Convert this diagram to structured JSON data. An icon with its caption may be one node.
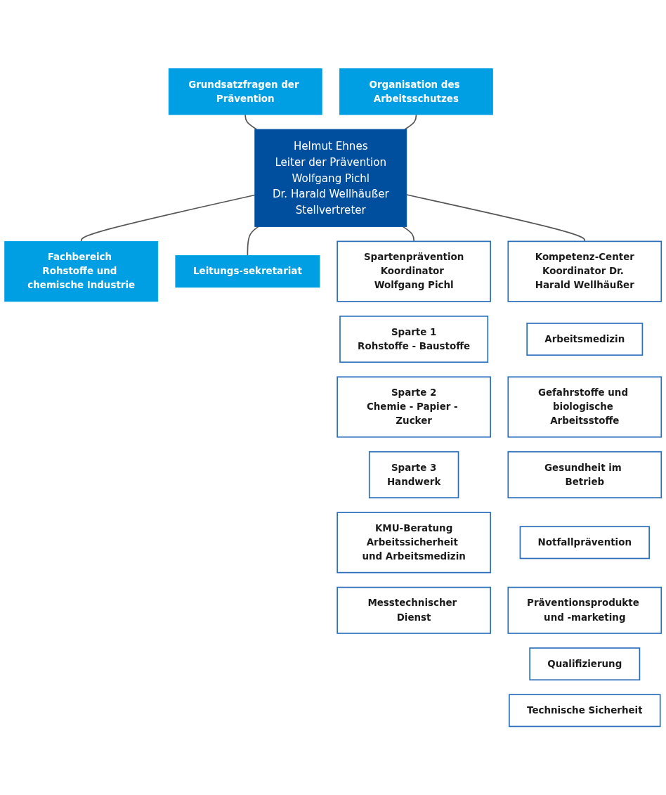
{
  "diagram": {
    "nodes": [
      {
        "text": [
          "Grundsatzfragen der Prävention"
        ]
      },
      {
        "text": [
          "Organisation des Arbeitsschutzes"
        ]
      },
      {
        "text": [
          "Helmut Ehnes",
          "Leiter der Prävention",
          "Wolfgang Pichl",
          "Dr. Harald Wellhäußer",
          "Stellvertreter"
        ]
      },
      {
        "text": [
          "Fachbereich Rohstoffe und chemische Industrie"
        ]
      },
      {
        "text": [
          "Leitungs-sekretariat"
        ]
      },
      {
        "text": [
          "Spartenprävention",
          "Koordinator Wolfgang Pichl"
        ]
      },
      {
        "text": [
          "Kompetenz-Center",
          "Koordinator Dr. Harald Wellhäußer"
        ]
      },
      {
        "text": [
          "Sparte 1",
          "Rohstoffe - Baustoffe"
        ]
      },
      {
        "text": [
          "Sparte 2",
          "Chemie - Papier - Zucker"
        ]
      },
      {
        "text": [
          "Sparte 3",
          "Handwerk"
        ]
      },
      {
        "text": [
          "KMU-Beratung",
          "Arbeitssicherheit und Arbeitsmedizin"
        ]
      },
      {
        "text": [
          "Messtechnischer Dienst"
        ]
      },
      {
        "text": [
          "Arbeitsmedizin"
        ]
      },
      {
        "text": [
          "Gefahrstoffe und biologische Arbeitsstoffe"
        ]
      },
      {
        "text": [
          "Gesundheit im Betrieb"
        ]
      },
      {
        "text": [
          "Notfallprävention"
        ]
      },
      {
        "text": [
          "Präventionsprodukte und -marketing"
        ]
      },
      {
        "text": [
          "Qualifizierung"
        ]
      },
      {
        "text": [
          "Technische Sicherheit"
        ]
      }
    ],
    "edges": [
      {
        "from": 0,
        "to": 2,
        "arrow": "none"
      },
      {
        "from": 1,
        "to": 2,
        "arrow": "none"
      },
      {
        "from": 2,
        "to": 3,
        "arrow": "none"
      },
      {
        "from": 2,
        "to": 4,
        "arrow": "none"
      },
      {
        "from": 2,
        "to": 5,
        "arrow": "none"
      },
      {
        "from": 2,
        "to": 6,
        "arrow": "none"
      }
    ]
  }
}
